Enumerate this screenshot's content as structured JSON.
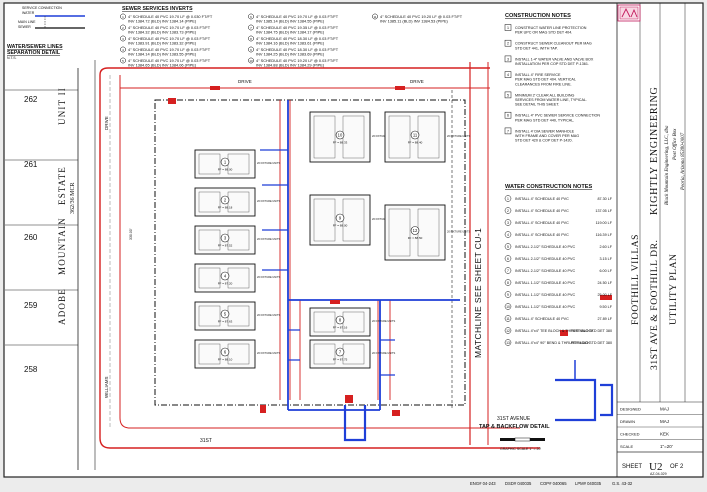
{
  "sewer_detail": {
    "label_service": "SERVICE CONNECTION",
    "label_water": "WATER",
    "label_main": "MAIN LINE",
    "label_sewer": "SEWER",
    "title_line1": "WATER/SEWER LINES",
    "title_line2": "SEPARATION DETAIL",
    "nts": "N.T.S."
  },
  "sewer_inverts": {
    "title": "SEWER SERVICES INVERTS",
    "items": [
      {
        "n": "1",
        "l1": "4\" SCHEDULE 40 PVC 19.70 LF @ 0.030 FT/FT",
        "l2": "INV 1384.72 (BLD) INV 1384.14 (PIPE)"
      },
      {
        "n": "2",
        "l1": "4\" SCHEDULE 40 PVC 19.70 LF @ 0.03 FT/FT",
        "l2": "INV 1384.32 (BLD) INV 1383.73 (PIPE)"
      },
      {
        "n": "3",
        "l1": "4\" SCHEDULE 40 PVC 19.70 LF @ 0.03 FT/FT",
        "l2": "INV 1383.91 (BLD) INV 1383.32 (PIPE)"
      },
      {
        "n": "4",
        "l1": "4\" SCHEDULE 40 PVC 19.70 LF @ 0.03 FT/FT",
        "l2": "INV 1384.14 (BLD) INV 1383.55 (PIPE)"
      },
      {
        "n": "5",
        "l1": "4\" SCHEDULE 40 PVC 19.70 LF @ 0.03 FT/FT",
        "l2": "INV 1384.65 (BLD) INV 1384.06 (PIPE)"
      },
      {
        "n": "6",
        "l1": "4\" SCHEDULE 40 PVC 19.70 LF @ 0.03 FT/FT",
        "l2": "INV 1385.14 (BLD) INV 1384.55 (PIPE)"
      },
      {
        "n": "7",
        "l1": "4\" SCHEDULE 40 PVC 19.35 LF @ 0.03 FT/FT",
        "l2": "INV 1384.75 (BLD) INV 1384.17 (PIPE)"
      },
      {
        "n": "8",
        "l1": "4\" SCHEDULE 40 PVC 18.30 LF @ 0.03 FT/FT",
        "l2": "INV 1384.16 (BLD) INV 1383.61 (PIPE)"
      },
      {
        "n": "9",
        "l1": "4\" SCHEDULE 40 PVC 18.30 LF @ 0.03 FT/FT",
        "l2": "INV 1384.25 (BLD) INV 1383.69 (PIPE)"
      },
      {
        "n": "10",
        "l1": "4\" SCHEDULE 40 PVC 19.20 LF @ 0.03 FT/FT",
        "l2": "INV 1384.88 (BLD) INV 1384.29 (PIPE)"
      },
      {
        "n": "11",
        "l1": "4\" SCHEDULE 40 PVC 19.20 LF @ 0.03 FT/FT",
        "l2": "INV 1385.11 (BLD) INV 1384.53 (PIPE)"
      }
    ]
  },
  "site": {
    "lots": [
      "262",
      "261",
      "260",
      "259",
      "258"
    ],
    "subdivision_1": "ADOBE",
    "subdivision_2": "MOUNTAIN",
    "subdivision_3": "ESTATE",
    "subdivision_4": "UNIT II",
    "mcr": "362/36 MCR",
    "street_drive_top": "DRIVE",
    "street_drive_left": "DRIVE",
    "street_drive_right": "DRIVE",
    "street_williams": "WILLIAMS",
    "street_31st": "31ST",
    "street_31st_avenue": "31ST AVENUE",
    "matchline": "MATCHLINE SEE SHEET CU-1",
    "tap_title": "TAP & BACKFLOW DETAIL",
    "graphic_scale": "GRAPHIC SCALE 1\" = 20'",
    "dim": "330.00'",
    "fixture": "20 FIXTURE UNITS",
    "buildings": [
      {
        "n": "1",
        "ff": "FF = 88.00"
      },
      {
        "n": "2",
        "ff": "FF = 88.18"
      },
      {
        "n": "3",
        "ff": "FF = 87.52"
      },
      {
        "n": "4",
        "ff": "FF = 87.20"
      },
      {
        "n": "5",
        "ff": "FF = 87.63"
      },
      {
        "n": "6",
        "ff": "FF = 88.10"
      },
      {
        "n": "7",
        "ff": "FF = 87.75"
      },
      {
        "n": "8",
        "ff": "FF = 87.16"
      },
      {
        "n": "9",
        "ff": "FF = 88.00"
      },
      {
        "n": "10",
        "ff": "FF = 88.33"
      },
      {
        "n": "11",
        "ff": "FF = 88.40"
      },
      {
        "n": "12",
        "ff": "FF = 88.50"
      }
    ]
  },
  "construction_notes": {
    "title": "CONSTRUCTION NOTES",
    "items": [
      {
        "n": "1",
        "lines": [
          "CONSTRUCT WATER LINE PROTECTION",
          "PER UPC OR MAG STD DET 404."
        ]
      },
      {
        "n": "2",
        "lines": [
          "CONSTRUCT SEWER CLEANOUT PER MAG",
          "STD DET 441, WITH TAP."
        ]
      },
      {
        "n": "3",
        "lines": [
          "INSTALL 1-4\" WATER VALVE AND VALVE BOX",
          "INSTALLATION PER COP STD DET P-1361."
        ]
      },
      {
        "n": "4",
        "lines": [
          "INSTALL 4\" FIRE SERVICE",
          "PER MAG STD DET 404. VERTICAL",
          "CLEARANCES FROM FIRE LINE."
        ]
      },
      {
        "n": "5",
        "lines": [
          "MINIMUM 2' CLEAR ALL BUILDING",
          "SERVICES FROM WATER LINE, TYPICAL.",
          "SEE DETAIL THIS SHEET."
        ]
      },
      {
        "n": "6",
        "lines": [
          "INSTALL 4\" PVC SEWER SERVICE CONNECTION",
          "PER MAG STD DET 440, TYPICAL."
        ]
      },
      {
        "n": "7",
        "lines": [
          "INSTALL 4' DIA SEWER MANHOLE",
          "WITH FRAME AND COVER PER MAG",
          "STD DET 420 & COP DET P-1420."
        ]
      }
    ]
  },
  "water_notes": {
    "title": "WATER CONSTRUCTION NOTES",
    "items": [
      {
        "n": "1",
        "t": "INSTALL 4\" SCHEDULE 40 PVC",
        "lf": "87.30 LF"
      },
      {
        "n": "2",
        "t": "INSTALL 4\" SCHEDULE 40 PVC",
        "lf": "137.05 LF"
      },
      {
        "n": "3",
        "t": "INSTALL 4\" SCHEDULE 40 PVC",
        "lf": "119.00 LF"
      },
      {
        "n": "4",
        "t": "INSTALL 4\" SCHEDULE 40 PVC",
        "lf": "116.39 LF"
      },
      {
        "n": "5",
        "t": "INSTALL 2-1/2\" SCHEDULE 40 PVC",
        "lf": "2.60 LF"
      },
      {
        "n": "6",
        "t": "INSTALL 2-1/2\" SCHEDULE 40 PVC",
        "lf": "3.15 LF"
      },
      {
        "n": "7",
        "t": "INSTALL 2-1/2\" SCHEDULE 40 PVC",
        "lf": "6.00 LF"
      },
      {
        "n": "8",
        "t": "INSTALL 1-1/2\" SCHEDULE 40 PVC",
        "lf": "24.50 LF"
      },
      {
        "n": "9",
        "t": "INSTALL 1-1/2\" SCHEDULE 40 PVC",
        "lf": "25.00 LF"
      },
      {
        "n": "10",
        "t": "INSTALL 1-1/2\" SCHEDULE 40 PVC",
        "lf": "9.50 LF"
      },
      {
        "n": "11",
        "t": "INSTALL 4\" SCHEDULE 40 PVC",
        "lf": "27.89 LF"
      },
      {
        "n": "12",
        "t": "INSTALL 4\"x4\" TEE BLOCK & THRUST BLOCK",
        "lf": "PER MAG STD DET 380"
      },
      {
        "n": "13",
        "t": "INSTALL 4\"x4\" 90° BEND & THRUST BLOCK",
        "lf": "PER MAG STD DET 380"
      }
    ]
  },
  "title_block": {
    "firm": "KIGHTLY ENGINEERING",
    "firm_sub": "Black Mountain Engineering, LLC, dba",
    "po_box": "Post Office Box",
    "city": "Peoria, Arizona 85380-0007",
    "project_1": "FOOTHILL VILLAS",
    "project_2": "31ST AVE & FOOTHILL DR.",
    "plan": "UTILITY PLAN",
    "rows": [
      {
        "label": "DESIGNED",
        "value": "MAJ"
      },
      {
        "label": "DRAWN",
        "value": "MAJ"
      },
      {
        "label": "CHECKED",
        "value": "KEK"
      },
      {
        "label": "SCALE",
        "value": "1\"=20'"
      }
    ],
    "sheet_label": "SHEET",
    "sheet_no": "U2",
    "sheet_of": "OF 2",
    "job_no": "AZ-04-029"
  },
  "footer": {
    "a": "ENG# 04-243",
    "b": "DSD# 040035",
    "c": "COP# 040065",
    "d": "LPM# 040035",
    "e": "G.S. 43-32"
  },
  "colors": {
    "water_line": "#1f3fd8",
    "property_line": "#d62020",
    "ink": "#1a1a1a"
  }
}
